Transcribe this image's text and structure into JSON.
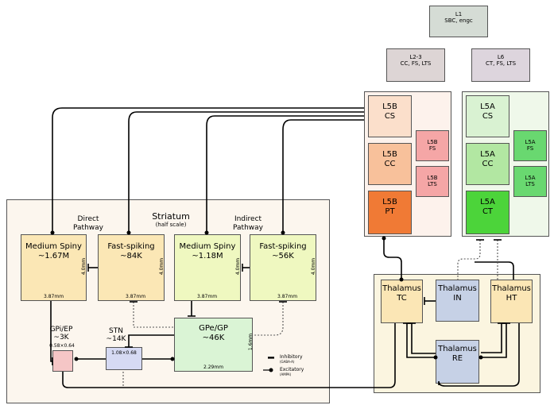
{
  "cortex": {
    "l1": {
      "title": "L1",
      "sub": "SBC, engc"
    },
    "l23": {
      "title": "L2-3",
      "sub": "CC, FS, LTS"
    },
    "l6": {
      "title": "L6",
      "sub": "CT, FS, LTS"
    },
    "l5b": {
      "cs": [
        "L5B",
        "CS"
      ],
      "cc": [
        "L5B",
        "CC"
      ],
      "pt": [
        "L5B",
        "PT"
      ],
      "fs": [
        "L5B",
        "FS"
      ],
      "lts": [
        "L5B",
        "LTS"
      ]
    },
    "l5a": {
      "cs": [
        "L5A",
        "CS"
      ],
      "cc": [
        "L5A",
        "CC"
      ],
      "ct": [
        "L5A",
        "CT"
      ],
      "fs": [
        "L5A",
        "FS"
      ],
      "lts": [
        "L5A",
        "LTS"
      ]
    }
  },
  "striatum": {
    "title": "Striatum",
    "scale": "(half scale)",
    "direct": [
      "Direct",
      "Pathway"
    ],
    "indirect": [
      "Indirect",
      "Pathway"
    ],
    "msn1": {
      "name": "Medium Spiny",
      "count": "~1.67M",
      "width": "3.87mm",
      "height": "4.0mm"
    },
    "fs1": {
      "name": "Fast-spiking",
      "count": "~84K",
      "width": "3.87mm",
      "height": "4.0mm"
    },
    "msn2": {
      "name": "Medium Spiny",
      "count": "~1.18M",
      "width": "3.87mm",
      "height": "4.0mm"
    },
    "fs2": {
      "name": "Fast-spiking",
      "count": "~56K",
      "width": "3.87mm",
      "height": "4.0mm"
    },
    "gpe": {
      "name": "GPe/GP",
      "count": "~46K",
      "width": "2.29mm",
      "height": "1.6mm"
    },
    "gpi": {
      "name": "GPi/EP",
      "count": "~3K",
      "size": "0.58×0.64"
    },
    "stn": {
      "name": "STN",
      "count": "~14K",
      "size": "1.08×0.68"
    },
    "legend": {
      "inhib": "Inhibitory",
      "inhib_sub": "(GABA-A)",
      "excit": "Excitatory",
      "excit_sub": "(AMPA)"
    }
  },
  "thalamus": {
    "tc": [
      "Thalamus",
      "TC"
    ],
    "in": [
      "Thalamus",
      "IN"
    ],
    "ht": [
      "Thalamus",
      "HT"
    ],
    "re": [
      "Thalamus",
      "RE"
    ]
  },
  "colors": {
    "cortexLayer": "#dcd6d6",
    "l5bPanel": "#fdf1ea",
    "l5aPanel": "#eff8ea",
    "l5bCS": "#fbdfcb",
    "l5bCC": "#f8c19b",
    "l5bPT": "#f07a35",
    "l5bInh": "#f5a6a6",
    "l5aCS": "#d9f2d2",
    "l5aCC": "#b2e7a2",
    "l5aCT": "#4cd43a",
    "l5aInh": "#69d870",
    "striatumBg": "#fcf6ee",
    "msnDirect": "#fbe7b5",
    "msnIndirect": "#eff8c0",
    "gpe": "#daf4d5",
    "gpi": "#f5c6c6",
    "stn": "#d6daf3",
    "thalBg": "#fbf5e0",
    "thalEdge": "#fbe6b5",
    "thalInner": "#c6d1e6"
  }
}
